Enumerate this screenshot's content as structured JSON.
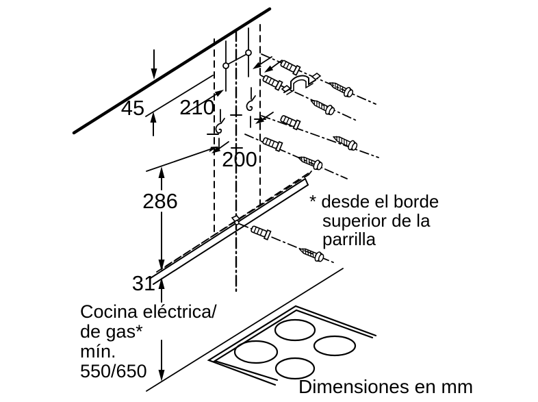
{
  "diagram": {
    "dimensions": {
      "ceiling_offset": "45",
      "upper_holes": "210",
      "hole_spacing": "200",
      "lower_bracket": "286",
      "rail_height": "31"
    },
    "grill_note": {
      "line1": "* desde el borde",
      "line2": "superior de la",
      "line3": "parrilla"
    },
    "cooker_note": {
      "line1": "Cocina eléctrica/",
      "line2": "de gas*",
      "line3": "mín.",
      "line4": "550/650"
    },
    "units_note": "Dimensiones en mm",
    "colors": {
      "line": "#000000",
      "background": "#ffffff"
    }
  }
}
